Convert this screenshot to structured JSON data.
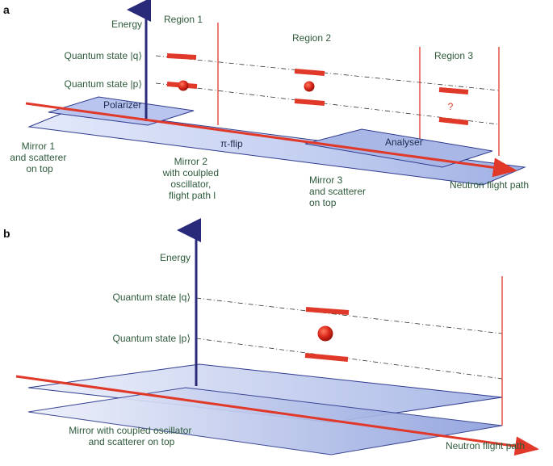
{
  "panel_a": {
    "letter": "a",
    "energy": "Energy",
    "state_q": "Quantum state |q⟩",
    "state_p": "Quantum state |p⟩",
    "region1": "Region 1",
    "region2": "Region 2",
    "region3": "Region 3",
    "polarizer": "Polarizer",
    "pi_flip": "π-flip",
    "analyser": "Analyser",
    "unknown_mark": "?",
    "mirror1": [
      "Mirror 1",
      "and scatterer",
      "on top"
    ],
    "mirror2": [
      "Mirror 2",
      "with coulpled",
      "oscillator,",
      "flight path l"
    ],
    "mirror3": [
      "Mirror 3",
      "and scatterer",
      "on top"
    ],
    "neutron_path": "Neutron flight path"
  },
  "panel_b": {
    "letter": "b",
    "energy": "Energy",
    "state_q": "Quantum state |q⟩",
    "state_p": "Quantum state |p⟩",
    "mirror": [
      "Mirror with coupled oscillator",
      "and scatterer on top"
    ],
    "neutron_path": "Neutron flight path"
  },
  "colors": {
    "axis": "#2a2a7a",
    "neutron": "#e0392a",
    "plate_fill": "#b7c3ea",
    "plate_edge": "#2f3b8f",
    "label_green": "#2e5a3a"
  }
}
